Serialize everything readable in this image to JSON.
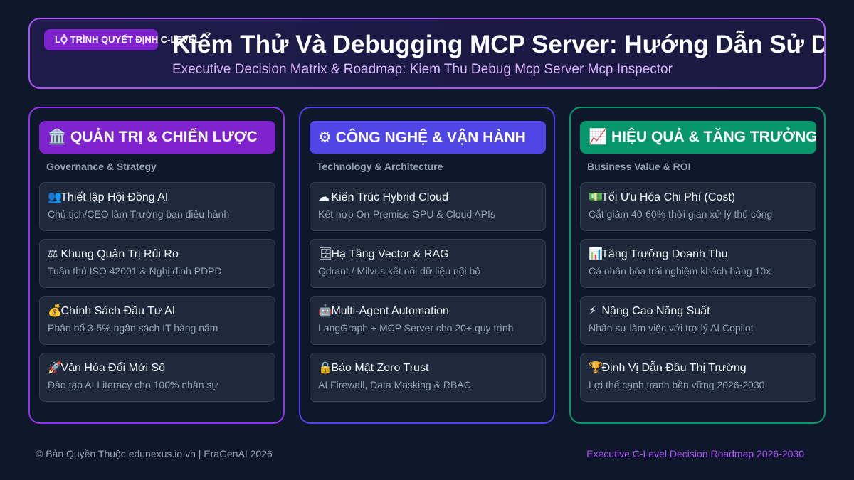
{
  "header": {
    "badge": "LỘ TRÌNH QUYẾT ĐỊNH C-LEVEL",
    "title": "Kiểm Thử Và Debugging MCP Server: Hướng Dẫn Sử Dụng MCP Inspector",
    "subtitle": "Executive Decision Matrix & Roadmap: Kiem Thu Debug Mcp Server Mcp Inspector"
  },
  "columns": [
    {
      "icon": "🏛️",
      "title": "QUẢN TRỊ & CHIẾN LƯỢC",
      "subtitle": "Governance & Strategy",
      "accent": "#7e22ce",
      "items": [
        {
          "icon": "👥",
          "title": "Thiết lập Hội Đồng AI",
          "desc": "Chủ tịch/CEO làm Trưởng ban điều hành"
        },
        {
          "icon": "⚖",
          "title": "Khung Quản Trị Rủi Ro",
          "desc": "Tuân thủ ISO 42001 & Nghị định PDPD"
        },
        {
          "icon": "💰",
          "title": "Chính Sách Đầu Tư AI",
          "desc": "Phân bổ 3-5% ngân sách IT hàng năm"
        },
        {
          "icon": "🚀",
          "title": "Văn Hóa Đổi Mới Số",
          "desc": "Đào tạo AI Literacy cho 100% nhân sự"
        }
      ]
    },
    {
      "icon": "⚙",
      "title": "CÔNG NGHỆ & VẬN HÀNH",
      "subtitle": "Technology & Architecture",
      "accent": "#4f46e5",
      "items": [
        {
          "icon": "☁",
          "title": "Kiến Trúc Hybrid Cloud",
          "desc": "Kết hợp On-Premise GPU & Cloud APIs"
        },
        {
          "icon": "🗄",
          "title": "Hạ Tầng Vector & RAG",
          "desc": "Qdrant / Milvus kết nối dữ liệu nội bộ"
        },
        {
          "icon": "🤖",
          "title": "Multi-Agent Automation",
          "desc": "LangGraph + MCP Server cho 20+ quy trình"
        },
        {
          "icon": "🔒",
          "title": "Bảo Mật Zero Trust",
          "desc": "AI Firewall, Data Masking & RBAC"
        }
      ]
    },
    {
      "icon": "📈",
      "title": "HIỆU QUẢ & TĂNG TRƯỞNG",
      "subtitle": "Business Value & ROI",
      "accent": "#059669",
      "items": [
        {
          "icon": "💵",
          "title": "Tối Ưu Hóa Chi Phí (Cost)",
          "desc": "Cắt giảm 40-60% thời gian xử lý thủ công"
        },
        {
          "icon": "📊",
          "title": "Tăng Trưởng Doanh Thu",
          "desc": "Cá nhân hóa trải nghiệm khách hàng 10x"
        },
        {
          "icon": "⚡",
          "title": "Nâng Cao Năng Suất",
          "desc": "Nhân sự làm việc với trợ lý AI Copilot"
        },
        {
          "icon": "🏆",
          "title": "Định Vị Dẫn Đầu Thị Trường",
          "desc": "Lợi thế cạnh tranh bền vững 2026-2030"
        }
      ]
    }
  ],
  "footer": {
    "left": "© Bản Quyền Thuộc edunexus.io.vn | EraGenAI 2026",
    "right": "Executive C-Level Decision Roadmap 2026-2030"
  }
}
